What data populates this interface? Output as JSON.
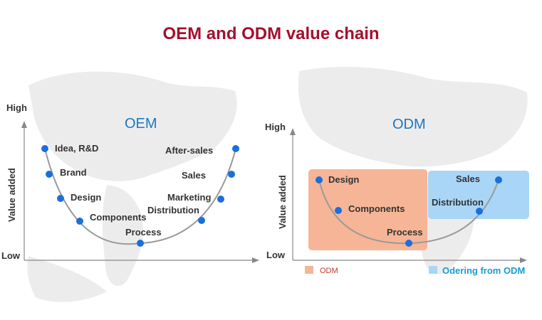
{
  "title": "OEM and ODM value chain",
  "oem": {
    "panel_title": "OEM",
    "y_high": "High",
    "y_low": "Low",
    "y_label": "Value added",
    "stages": [
      "Idea, R&D",
      "Brand",
      "Design",
      "Components",
      "Process",
      "Distribution",
      "Marketing",
      "Sales",
      "After-sales"
    ]
  },
  "odm": {
    "panel_title": "ODM",
    "y_high": "High",
    "y_low": "Low",
    "y_label": "Value added",
    "stages": [
      "Design",
      "Components",
      "Process",
      "Distribution",
      "Sales"
    ]
  },
  "legend": {
    "odm_label": "ODM",
    "ordering_label": "Odering from ODM"
  },
  "colors": {
    "title": "#a50f2d",
    "panel_title": "#1a78c2",
    "dot": "#1a6fdc",
    "odm_box": "#f6b597",
    "ordering_box": "#a9d6f7"
  }
}
